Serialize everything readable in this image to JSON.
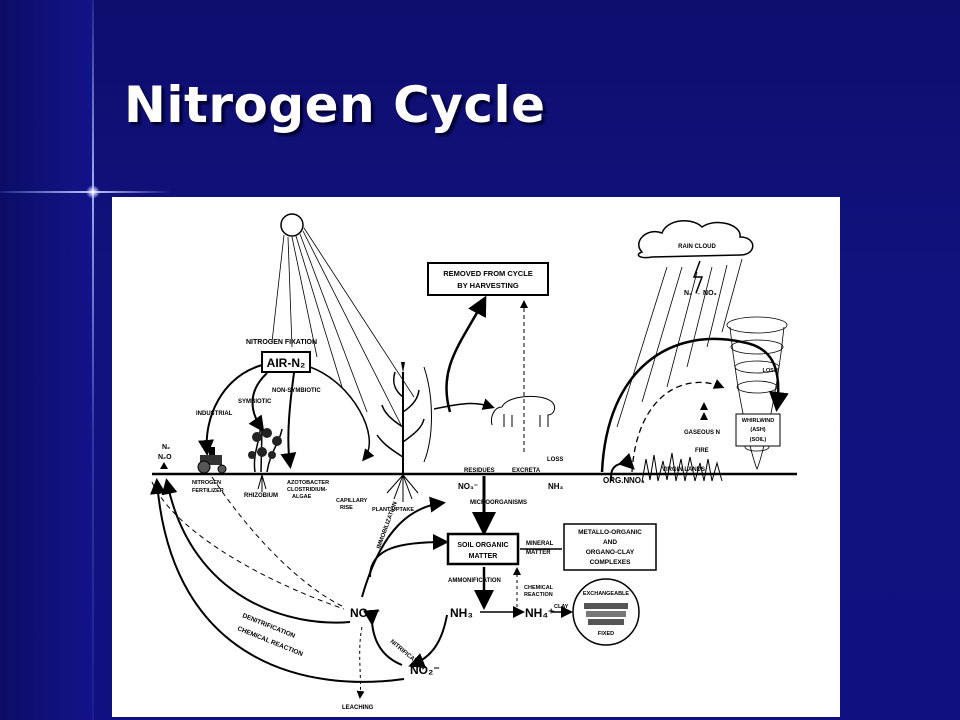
{
  "slide": {
    "title": "Nitrogen Cycle"
  },
  "diagram": {
    "labels": {
      "removed": [
        "REMOVED FROM CYCLE",
        "BY HARVESTING"
      ],
      "rain_cloud": "RAIN CLOUD",
      "n2_no3": "N₂ → NO₃",
      "nitrogen_fixation": "NITROGEN FIXATION",
      "air_n2": "AIR-N₂",
      "non_symbiotic": "NON-SYMBIOTIC",
      "symbiotic": "SYMBIOTIC",
      "industrial": "INDUSTRIAL",
      "n2": "N₂",
      "n2o": "N₂O",
      "nitrogen_fertilizer": [
        "NITROGEN",
        "FERTILIZER"
      ],
      "rhizobium": "RHIZOBIUM",
      "azotobacter": [
        "AZOTOBACTER",
        "CLOSTRIDIUM-",
        "ALGAE"
      ],
      "capillary_rise": [
        "CAPILLARY",
        "RISE"
      ],
      "plant_uptake": "PLANT UPTAKE",
      "residues": "RESIDUES",
      "excreta": "EXCRETA",
      "loss_top": "LOSS",
      "no3_soil": "NO₃⁻",
      "nh3_soil": "NH₃",
      "microorganisms": "MICROORGANISMS",
      "org_n": "ORG.N",
      "no3_fire": "NO₃",
      "virgin_lands": "VIRGIN LANDS",
      "fire": "FIRE",
      "gaseous_n": "GASEOUS N",
      "loss_whirl": "LOSS",
      "whirlwind": [
        "WHIRLWIND",
        "(ASH)",
        "(SOIL)"
      ],
      "soil_organic": [
        "SOIL ORGANIC",
        "MATTER"
      ],
      "mineral_matter": [
        "MINERAL",
        "MATTER"
      ],
      "metallo": [
        "METALLO-ORGANIC",
        "AND",
        "ORGANO-CLAY",
        "COMPLEXES"
      ],
      "ammonification": "AMMONIFICATION",
      "chemical_reaction_mid": [
        "CHEMICAL",
        "REACTION"
      ],
      "immobilization": "IMMOBILIZATION",
      "no3_bottom": "NO₃⁻",
      "nh3_bottom": "NH₃",
      "nh4": "NH₄⁺",
      "clay": "CLAY",
      "exchangeable": "EXCHANGEABLE",
      "fixed": "FIXED",
      "nitrification": "NITRIFICATION",
      "no2": "NO₂⁻",
      "denitrification": "DENITRIFICATION",
      "chemical_reaction_curve": "CHEMICAL REACTION",
      "leaching": "LEACHING"
    }
  }
}
